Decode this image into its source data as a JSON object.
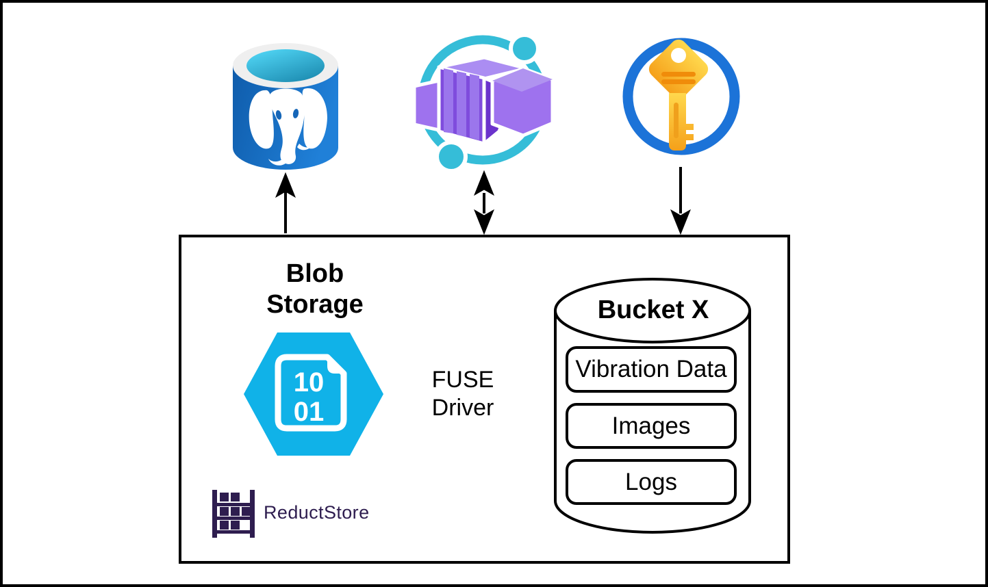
{
  "blob_storage": {
    "label": "Blob Storage"
  },
  "binary_file": {
    "line1": "10",
    "line2": "01"
  },
  "fuse_driver": {
    "line1": "FUSE",
    "line2": "Driver"
  },
  "bucket": {
    "title": "Bucket X",
    "items": [
      "Vibration Data",
      "Images",
      "Logs"
    ]
  },
  "logo": {
    "text": "ReductStore"
  },
  "icons": {
    "top_left": "postgresql-database-icon",
    "top_center": "container-instances-icon",
    "top_right": "key-vault-icon",
    "blob": "binary-file-hexagon-icon",
    "logo_mark": "storage-shelf-icon"
  },
  "colors": {
    "hexagon_cyan": "#10b2e8",
    "container_cyan": "#35bdd8",
    "container_purple": "#7f4cdd",
    "postgres_blue": "#1566b8",
    "postgres_water": "#4fd5f7",
    "key_gold": "#fdb913",
    "key_ring_blue": "#1c73d8",
    "logo_purple": "#2e1d4f",
    "outline_black": "#000000"
  }
}
